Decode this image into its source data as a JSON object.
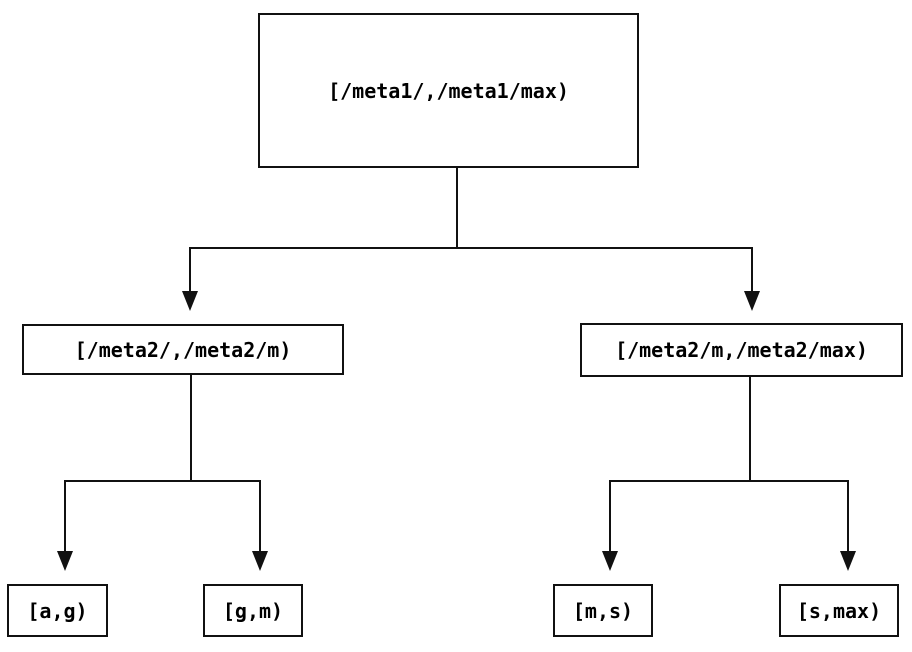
{
  "diagram": {
    "type": "tree",
    "colors": {
      "line": "#111111",
      "node_border": "#111111",
      "node_fill": "#ffffff",
      "text": "#000000",
      "background": "#ffffff"
    },
    "nodes": {
      "root": {
        "label": "[/meta1/,/meta1/max)"
      },
      "meta2_low": {
        "label": "[/meta2/,/meta2/m)"
      },
      "meta2_high": {
        "label": "[/meta2/m,/meta2/max)"
      },
      "leaf_ag": {
        "label": "[a,g)"
      },
      "leaf_gm": {
        "label": "[g,m)"
      },
      "leaf_ms": {
        "label": "[m,s)"
      },
      "leaf_smax": {
        "label": "[s,max)"
      }
    },
    "edges": [
      {
        "from": "root",
        "to": "meta2_low"
      },
      {
        "from": "root",
        "to": "meta2_high"
      },
      {
        "from": "meta2_low",
        "to": "leaf_ag"
      },
      {
        "from": "meta2_low",
        "to": "leaf_gm"
      },
      {
        "from": "meta2_high",
        "to": "leaf_ms"
      },
      {
        "from": "meta2_high",
        "to": "leaf_smax"
      }
    ]
  }
}
